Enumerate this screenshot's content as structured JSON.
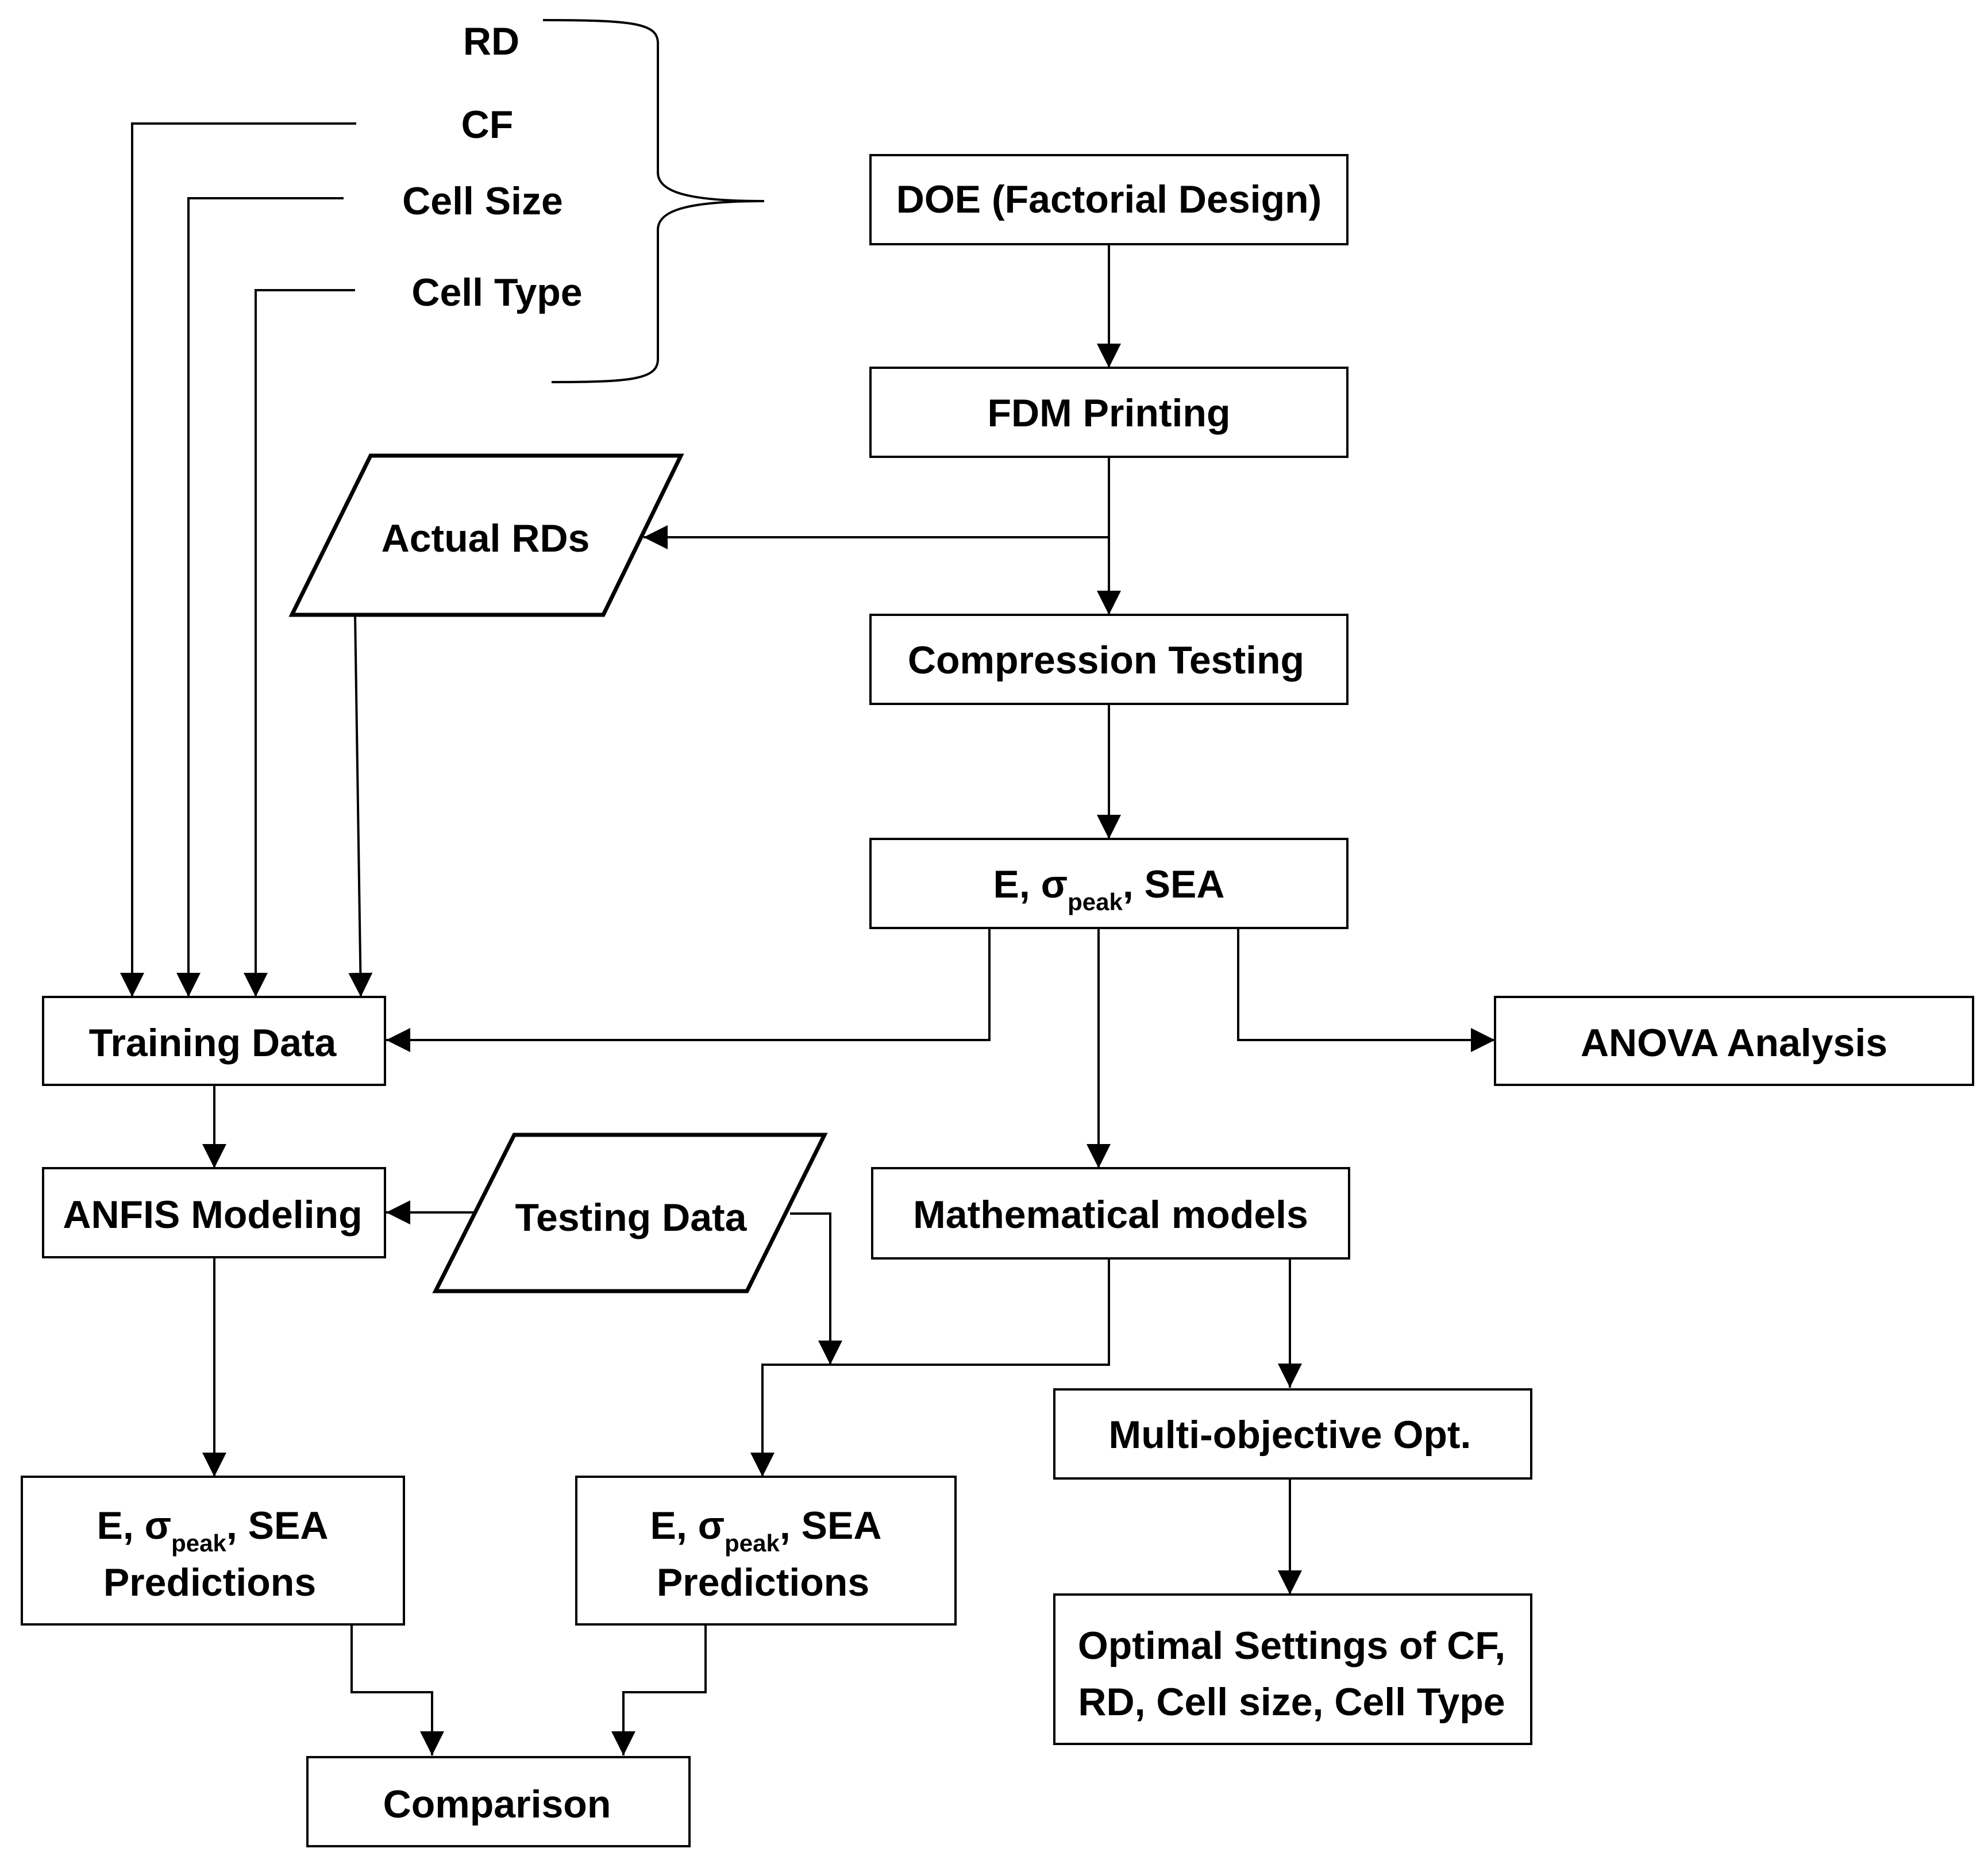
{
  "factors": {
    "rd": "RD",
    "cf": "CF",
    "cell_size": "Cell Size",
    "cell_type": "Cell Type"
  },
  "nodes": {
    "doe": "DOE (Factorial Design)",
    "fdm": "FDM Printing",
    "actual_rds": "Actual RDs",
    "compression": "Compression Testing",
    "results": {
      "e": "E, σ",
      "sub": "peak",
      "rest": ", SEA"
    },
    "training": "Training Data",
    "anova": "ANOVA Analysis",
    "anfis": "ANFIS Modeling",
    "testing": "Testing Data",
    "math_models": "Mathematical models",
    "moo": "Multi-objective Opt.",
    "pred_anfis": {
      "e": "E, σ",
      "sub": "peak",
      "rest": ", SEA",
      "line2": "Predictions"
    },
    "pred_math": {
      "e": "E, σ",
      "sub": "peak",
      "rest": ", SEA",
      "line2": "Predictions"
    },
    "optimal": {
      "line1": "Optimal Settings of CF,",
      "line2": "RD, Cell size, Cell Type"
    },
    "comparison": "Comparison"
  }
}
